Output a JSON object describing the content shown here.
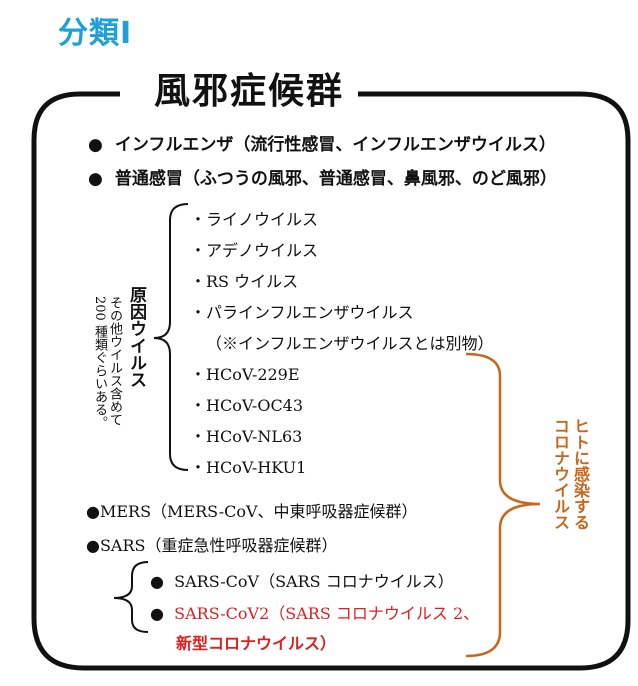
{
  "heading": "分類Ⅰ",
  "title": "風邪症候群",
  "items": {
    "influenza": "インフルエンザ（流行性感冒、インフルエンザウイルス）",
    "common_cold": "普通感冒（ふつうの風邪、普通感冒、鼻風邪、のど風邪）"
  },
  "bullet": "●",
  "cause": {
    "label": "原因ウイルス",
    "note_line1": "その他ウイルス含めて",
    "note_line2": "200 種類ぐらいある。",
    "viruses": [
      "・ライノウイルス",
      "・アデノウイルス",
      "・RS ウイルス",
      "・パラインフルエンザウイルス",
      "（※インフルエンザウイルスとは別物）",
      "・HCoV-229E",
      "・HCoV-OC43",
      "・HCoV-NL63",
      "・HCoV-HKU1"
    ]
  },
  "coronavirus": {
    "mers": "●MERS（MERS-CoV、中東呼吸器症候群）",
    "sars": "●SARS（重症急性呼吸器症候群）",
    "sars_cov": "SARS-CoV（SARS コロナウイルス）",
    "sars_cov2_line1": "SARS-CoV2（SARS コロナウイルス 2、",
    "sars_cov2_line2": "新型コロナウイルス）"
  },
  "human_label_line1": "ヒトに感染する",
  "human_label_line2": "コロナウイルス",
  "colors": {
    "heading": "#1ea0dc",
    "orange": "#c8661c",
    "red": "#e01e1e",
    "frame": "#111111"
  }
}
